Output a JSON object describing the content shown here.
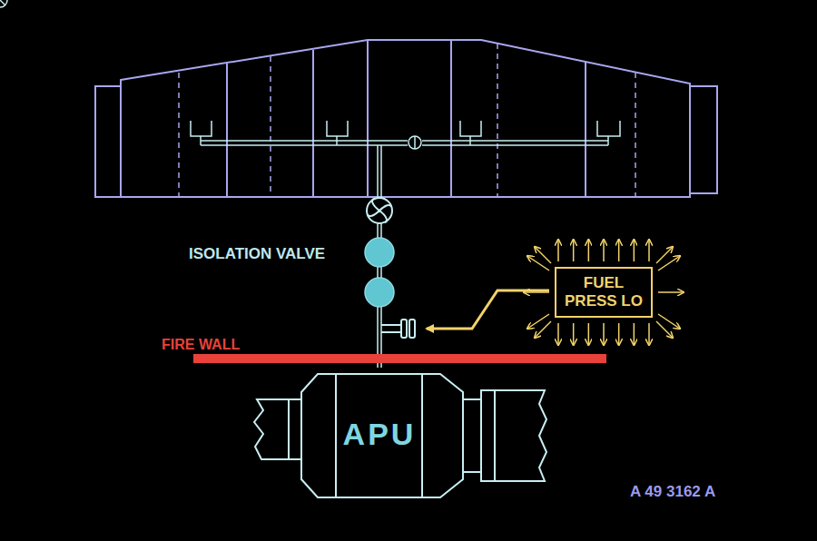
{
  "diagram": {
    "nodes": [
      {
        "text": [
          "FUEL PRESS LO"
        ]
      },
      {
        "text": [
          "APU"
        ]
      }
    ],
    "labels": [
      "ISOLATION VALVE",
      "FIRE WALL",
      "A 49 3162 A"
    ]
  }
}
